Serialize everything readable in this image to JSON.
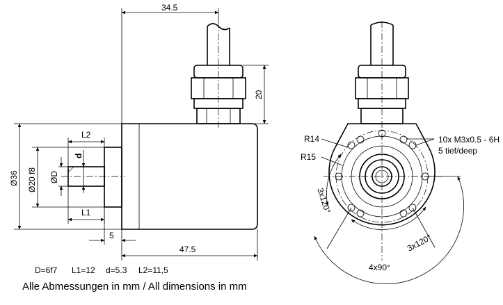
{
  "dimensions": {
    "length_top": "34.5",
    "cable_height": "20",
    "L2": "L2",
    "d": "d",
    "dia36": "Ø36",
    "dia20": "Ø20 f8",
    "diaD": "ØD",
    "L1": "L1",
    "flange": "5",
    "length_bottom": "47.5",
    "R14": "R14",
    "R15": "R15",
    "threads_line1": "10x M3x0.5 - 6H",
    "threads_line2": "5 tief/deep",
    "angle_left": "3x120°",
    "angle_right": "3x120°",
    "angle_bottom": "4x90°"
  },
  "parameters": {
    "D": "D=6f7",
    "L1": "L1=12",
    "d": "d=5.3",
    "L2": "L2=11,5"
  },
  "footer": "Alle Abmessungen in mm / All dimensions in mm"
}
